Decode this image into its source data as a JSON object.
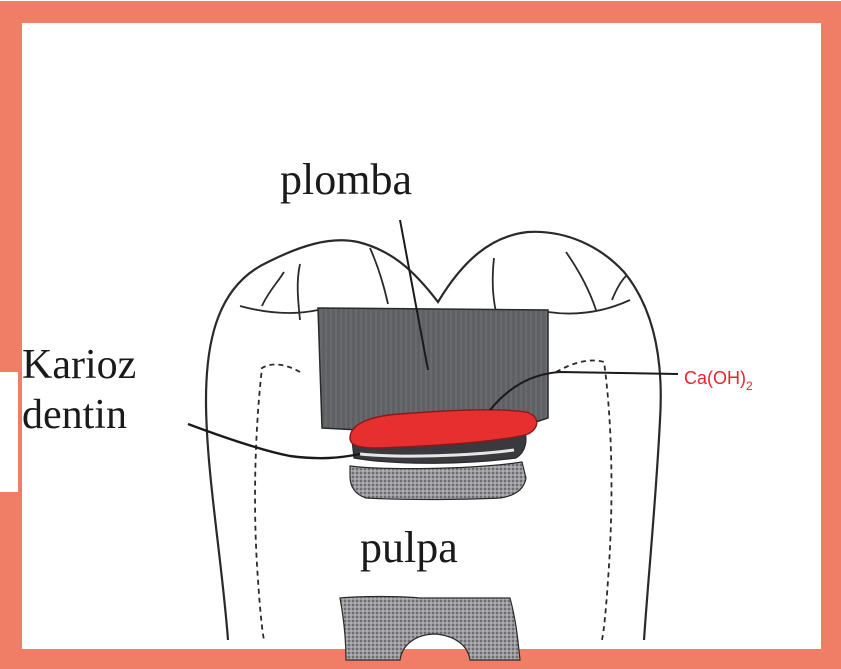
{
  "labels": {
    "filling": "plomba",
    "carious_line1": "Karioz",
    "carious_line2": "dentin",
    "pulp": "pulpa",
    "liner_main": "Ca(OH)",
    "liner_sub": "2"
  },
  "colors": {
    "border": "#f07e66",
    "background": "#ffffff",
    "filling": "#5f6064",
    "liner": "#e82f2f",
    "outline": "#2a2a2a",
    "label_red": "#e8242c"
  }
}
